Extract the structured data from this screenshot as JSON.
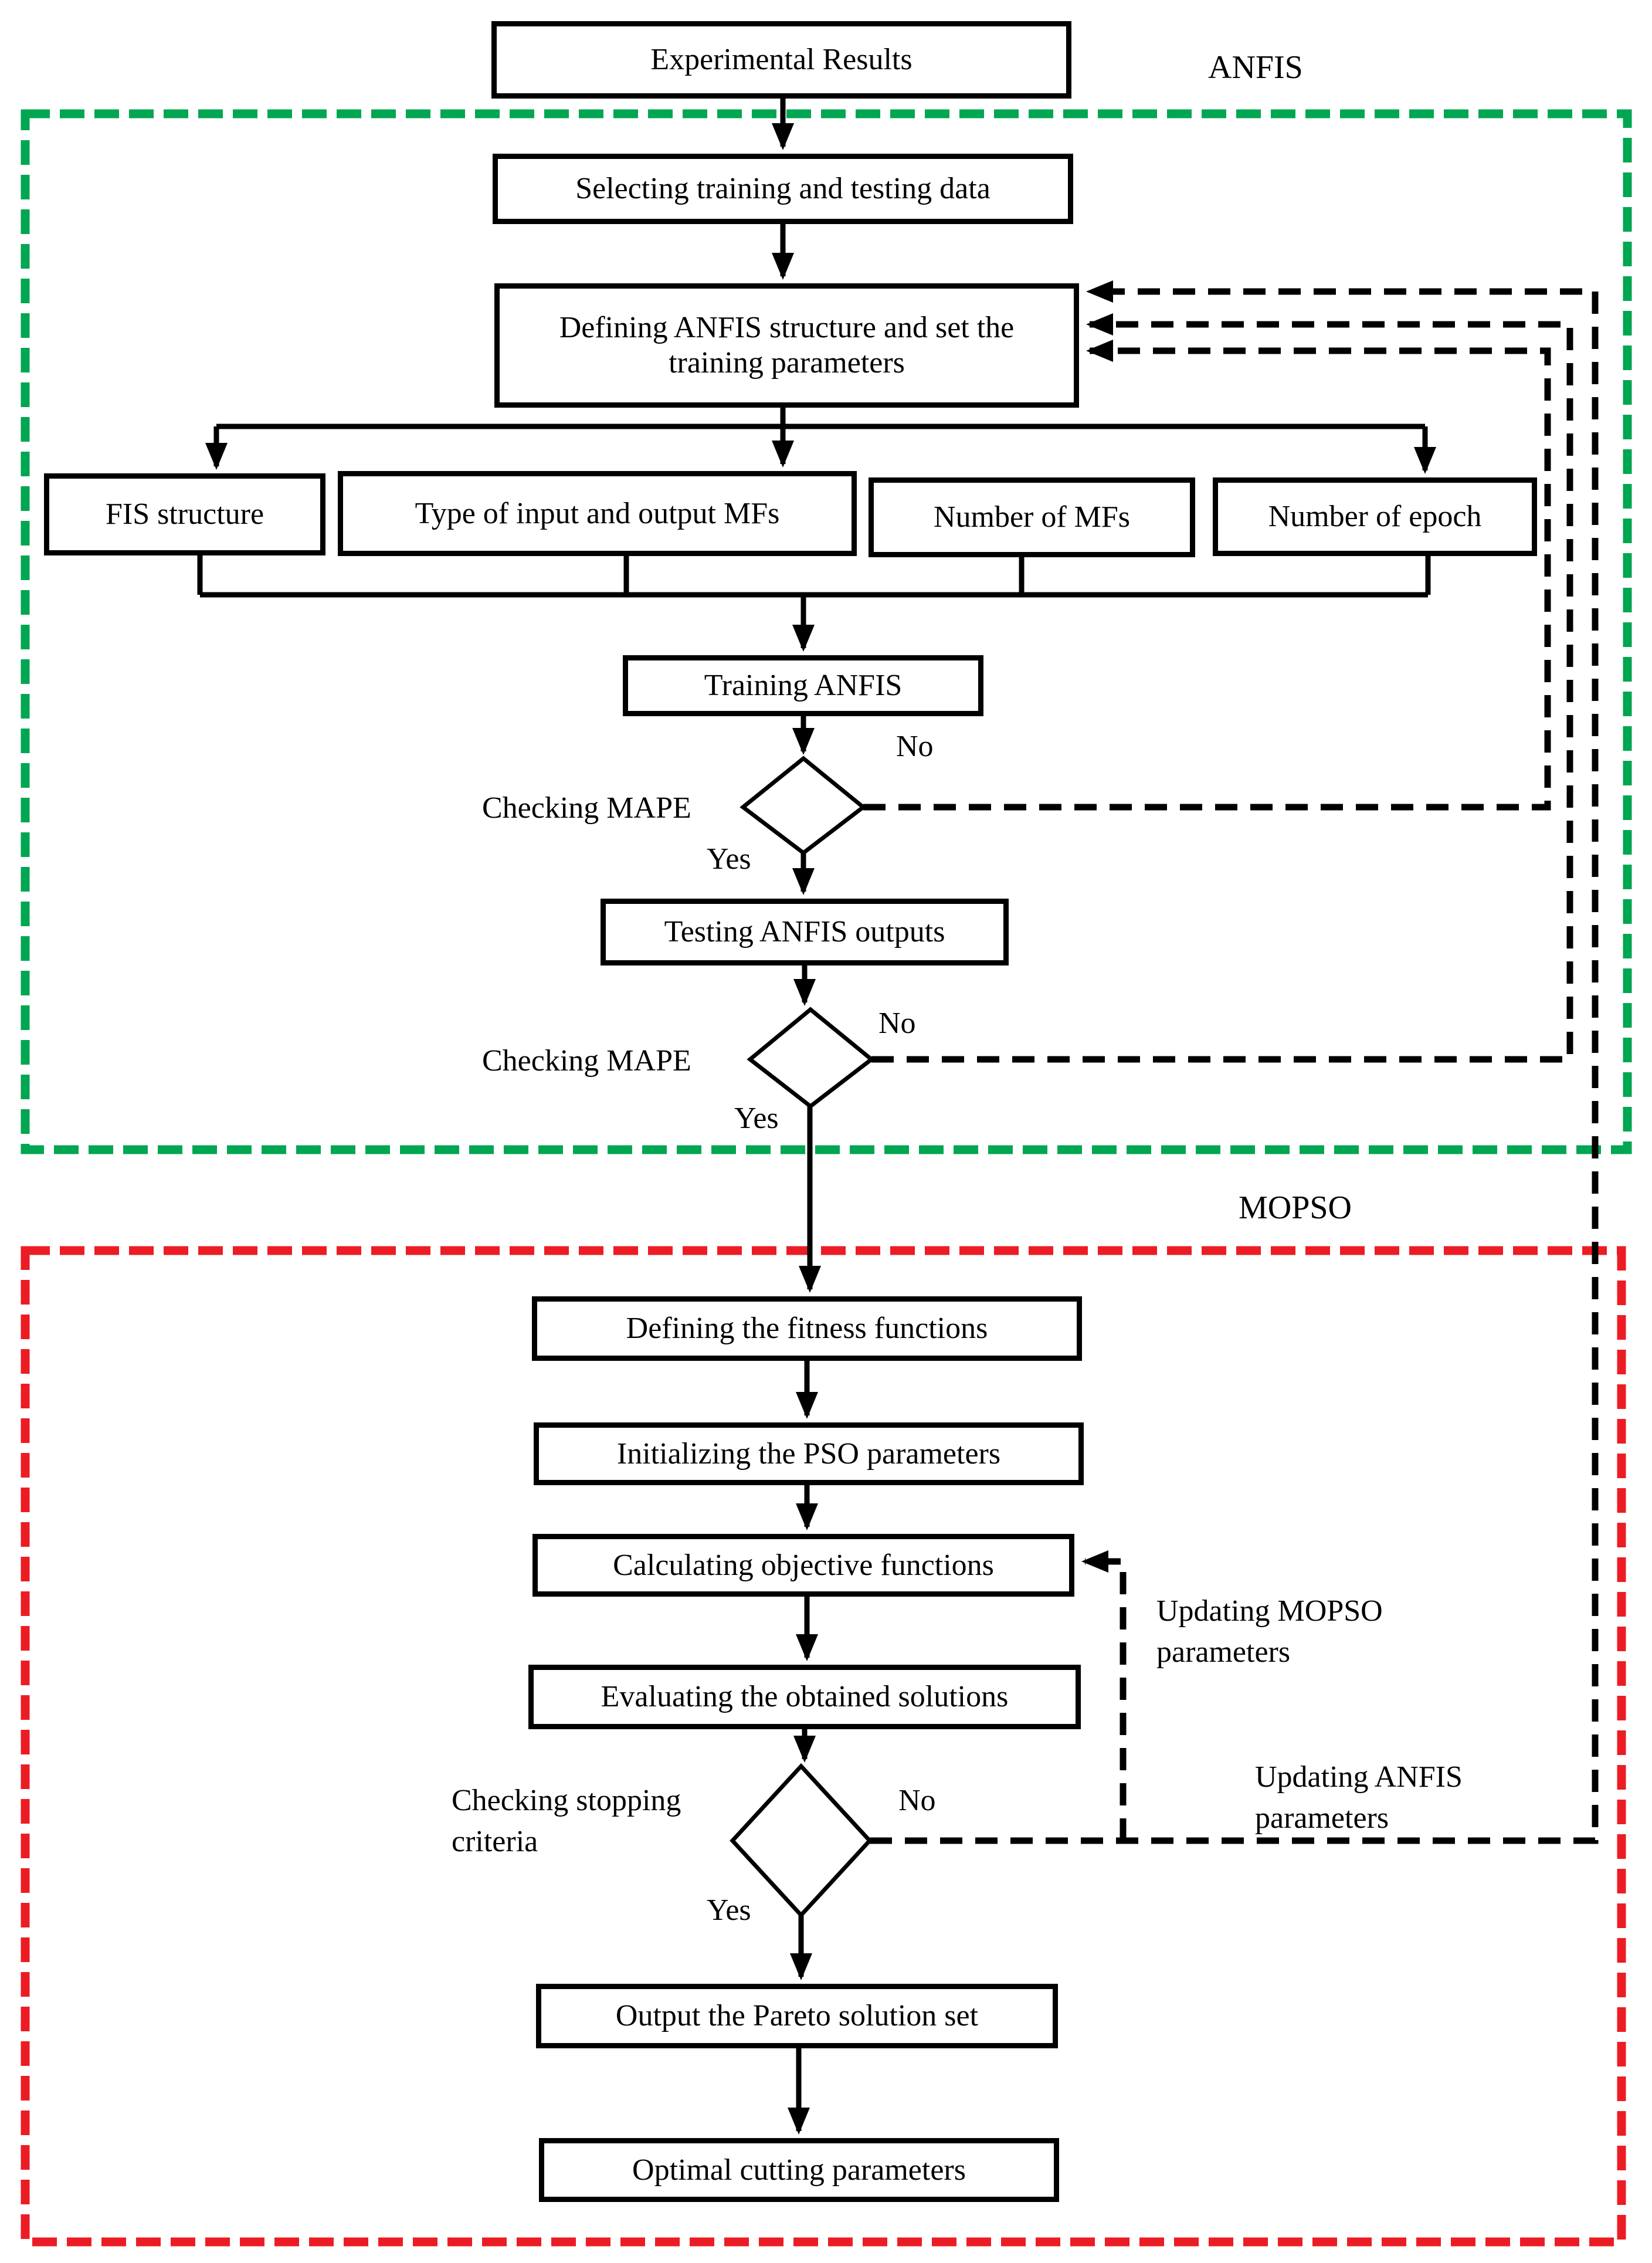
{
  "diagram": {
    "title_regions": {
      "anfis": {
        "label": "ANFIS",
        "border_color": "#00a651"
      },
      "mopso": {
        "label": "MOPSO",
        "border_color": "#ec1c24"
      }
    },
    "colors": {
      "flow_line": "#000000",
      "anfis_region_border": "#00a651",
      "mopso_region_border": "#ec1c24",
      "node_fill": "#ffffff",
      "node_border": "#000000"
    },
    "nodes": {
      "experimental": "Experimental Results",
      "selecting": "Selecting training and testing data",
      "defining": "Defining ANFIS structure and set the training parameters",
      "fis_structure": "FIS structure",
      "type_mfs": "Type of input and output MFs",
      "number_mfs": "Number of MFs",
      "number_epoch": "Number of epoch",
      "training": "Training ANFIS",
      "testing": "Testing ANFIS outputs",
      "fitness": "Defining the fitness functions",
      "init_pso": "Initializing the PSO parameters",
      "calc_obj": "Calculating objective functions",
      "eval_sol": "Evaluating the obtained solutions",
      "output_pareto": "Output the Pareto solution set",
      "optimal": "Optimal cutting parameters"
    },
    "decisions": {
      "mape1": {
        "label": "Checking MAPE",
        "yes": "Yes",
        "no": "No"
      },
      "mape2": {
        "label": "Checking MAPE",
        "yes": "Yes",
        "no": "No"
      },
      "stopping": {
        "label": "Checking stopping\ncriteria",
        "yes": "Yes",
        "no": "No"
      }
    },
    "annotations": {
      "updating_mopso": "Updating MOPSO\nparameters",
      "updating_anfis": "Updating ANFIS\nparameters"
    }
  }
}
